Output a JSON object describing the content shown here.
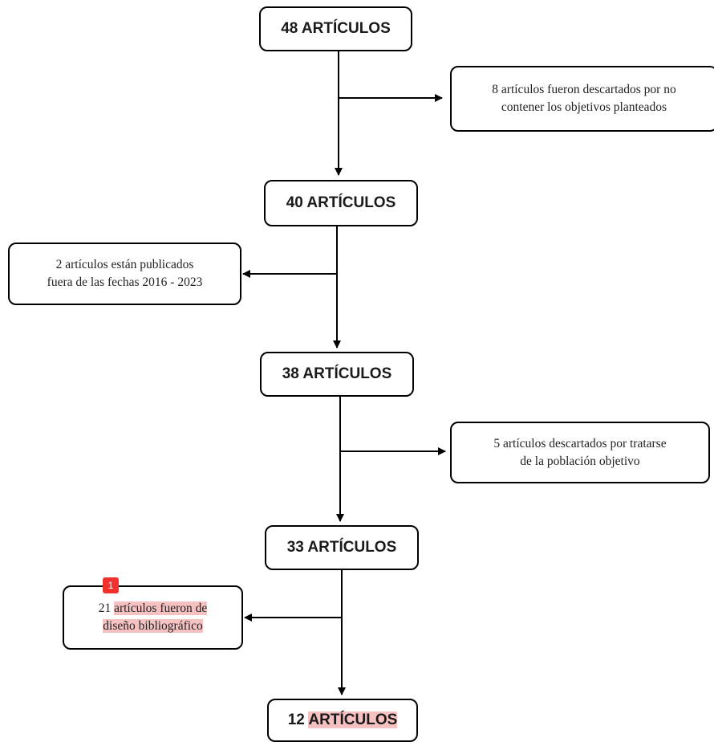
{
  "flow": {
    "step1": "48 ARTÍCULOS",
    "step2": "40 ARTÍCULOS",
    "step3": "38 ARTÍCULOS",
    "step4": "33 ARTÍCULOS",
    "step5_number": "12",
    "step5_word": "ARTÍCULOS"
  },
  "exclusions": {
    "e1_line1": "8 artículos fueron descartados por no",
    "e1_line2": "contener los objetivos planteados",
    "e2_line1": "2 artículos están publicados",
    "e2_line2": "fuera de las fechas 2016 - 2023",
    "e3_line1": "5 artículos descartados por tratarse",
    "e3_line2": "de la población objetivo",
    "e4_number": "21",
    "e4_rest_line1": "artículos fueron de",
    "e4_line2": "diseño bibliográfico"
  },
  "annotation": {
    "badge": "1"
  },
  "colors": {
    "highlight": "#f6c1c1",
    "badge": "#f0312e"
  }
}
